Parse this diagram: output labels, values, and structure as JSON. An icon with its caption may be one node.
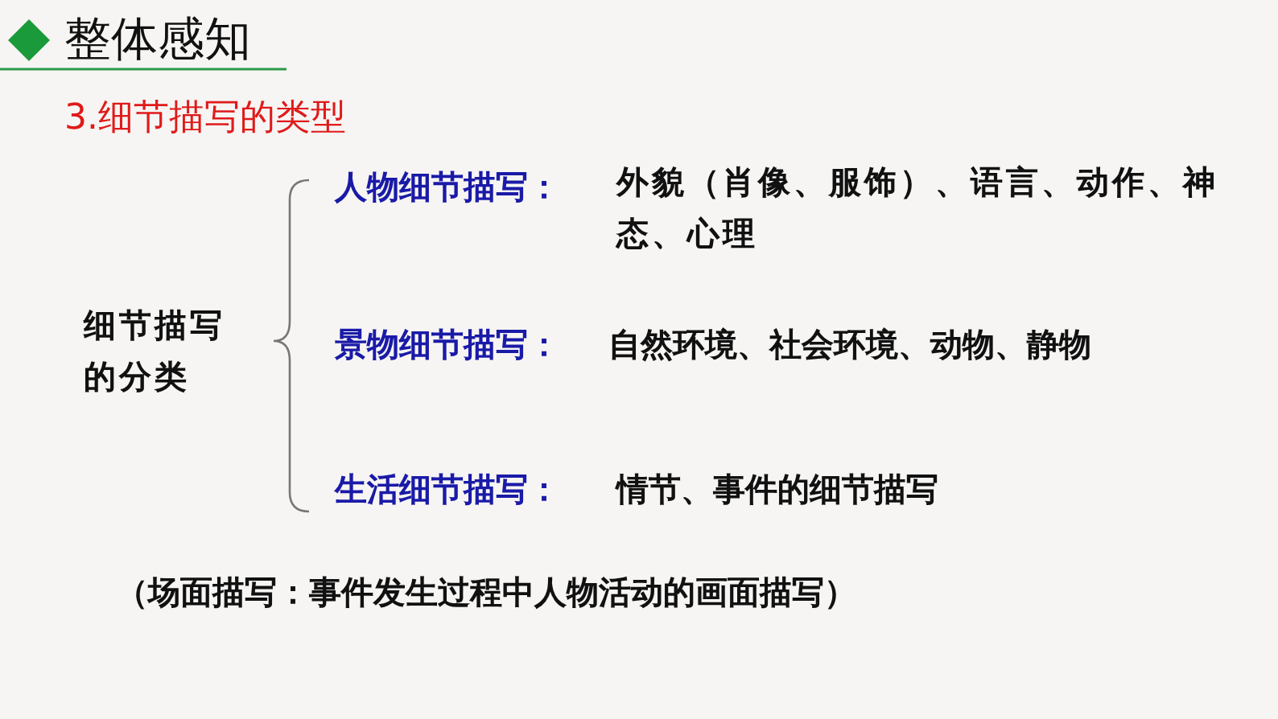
{
  "diagram": {
    "title": "整体感知",
    "labels": [
      "3.细节描写的类型",
      "人物细节描写：",
      "外貌（肖像、服饰）、语言、动作、神态、心理",
      "细节描写的分类",
      "景物细节描写：",
      "自然环境、社会环境、动物、静物",
      "生活细节描写：",
      "情节、事件的细节描写",
      "（场面描写：事件发生过程中人物活动的画面描写）"
    ]
  }
}
